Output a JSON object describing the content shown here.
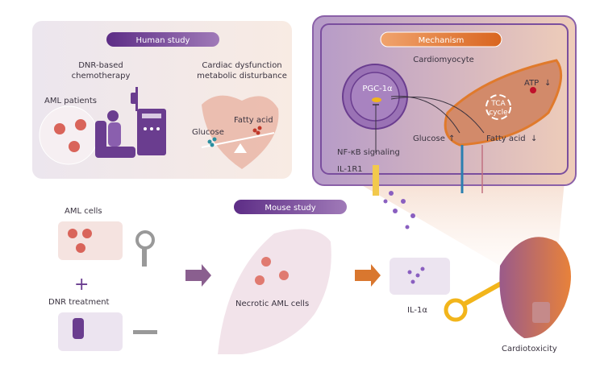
{
  "human_study": {
    "title": "Human study",
    "chemo_line1": "DNR-based",
    "chemo_line2": "chemotherapy",
    "patients": "AML patients",
    "cardiac_line1": "Cardiac dysfunction",
    "cardiac_line2": "metabolic disturbance",
    "glucose": "Glucose",
    "fatty_acid": "Fatty acid"
  },
  "mechanism": {
    "title": "Mechanism",
    "cell": "Cardiomyocyte",
    "pgc": "PGC-1α",
    "tca_line1": "TCA",
    "tca_line2": "cycle",
    "atp": "ATP",
    "glucose": "Glucose",
    "fatty_acid": "Fatty acid",
    "nfkb": "NF-κB signaling",
    "receptor": "IL-1R1"
  },
  "bottom": {
    "aml_cells": "AML cells",
    "plus": "+",
    "dnr": "DNR treatment",
    "mouse_title": "Mouse study",
    "necrotic": "Necrotic AML cells",
    "il1a": "IL-1α",
    "cardiotoxicity": "Cardiotoxicity"
  },
  "colors": {
    "purple": "#6a3d8f",
    "orange": "#d9772f",
    "cell_red": "#d9645a",
    "glucose_teal": "#2a8fa0",
    "fatty_red": "#c0392b",
    "key_yellow": "#f2b51b"
  }
}
